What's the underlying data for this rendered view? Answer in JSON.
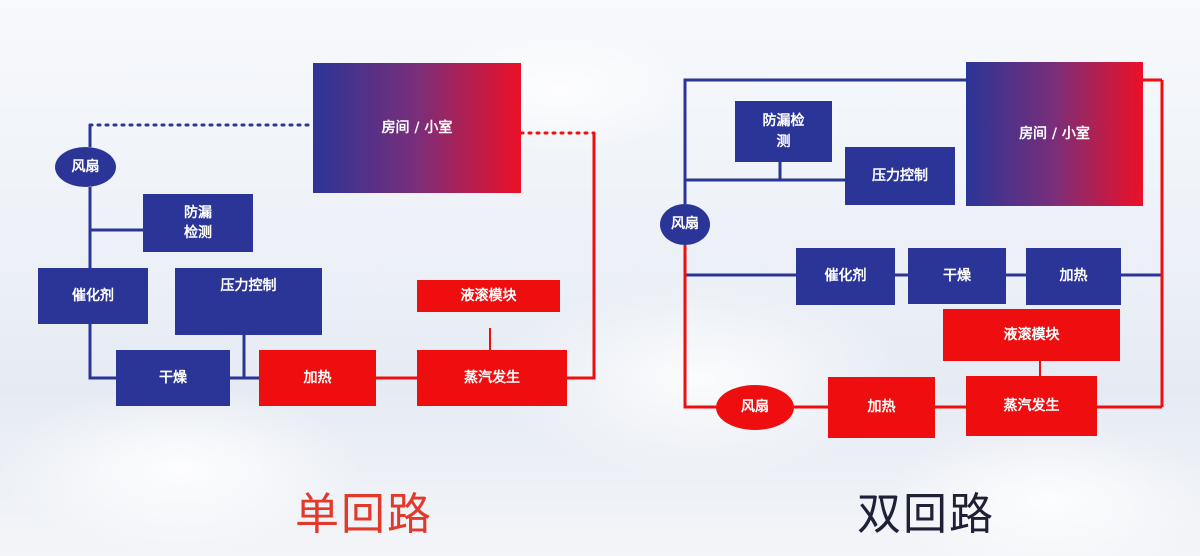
{
  "colors": {
    "blue": "#2b3597",
    "red": "#ee0e10",
    "room_gradient": [
      "#2b3597",
      "#ec1027"
    ],
    "caption_single": "#e23a2a",
    "caption_dual": "#1f1f36"
  },
  "single_loop": {
    "caption": "单回路",
    "room": "房间 / 小室",
    "fan": "风扇",
    "leak_detect": "防漏\n检测",
    "catalyst": "催化剂",
    "pressure_control": "压力控制",
    "dryer": "干燥",
    "heater": "加热",
    "steam_generator": "蒸汽发生",
    "liquid_module": "液滚模块"
  },
  "dual_loop": {
    "caption": "双回路",
    "room": "房间 / 小室",
    "leak_detect": "防漏检\n测",
    "pressure_control": "压力控制",
    "fan_blue": "风扇",
    "catalyst": "催化剂",
    "dryer": "干燥",
    "heater_top": "加热",
    "liquid_module": "液滚模块",
    "fan_red": "风扇",
    "heater_bottom": "加热",
    "steam_generator": "蒸汽发生"
  }
}
